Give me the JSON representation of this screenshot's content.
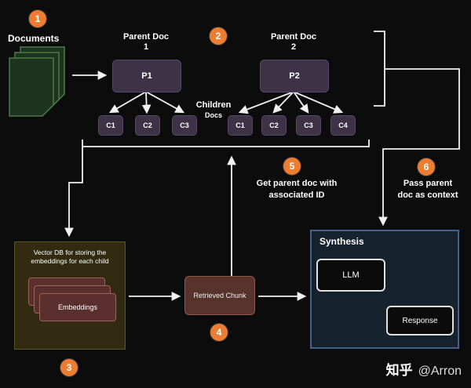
{
  "colors": {
    "background": "#0c0c0c",
    "badge_orange": "#ed7d31",
    "parent_box": "#3e3247",
    "document_green": "#1d351f",
    "document_border": "#4c7a4c",
    "vector_db_box": "#332b11",
    "embeddings_card": "#5c2f2f",
    "retrieved_chunk_box": "#58332b",
    "synthesis_box": "#17222f",
    "synthesis_border": "#46618a",
    "connector": "#f2f2f2"
  },
  "steps": {
    "s1": "1",
    "s2": "2",
    "s3": "3",
    "s4": "4",
    "s5": "5",
    "s6": "6"
  },
  "documents": {
    "label": "Documents"
  },
  "parent1": {
    "title": "Parent Doc",
    "number": "1",
    "node": "P1",
    "children": [
      "C1",
      "C2",
      "C3"
    ]
  },
  "parent2": {
    "title": "Parent Doc",
    "number": "2",
    "node": "P2",
    "children": [
      "C1",
      "C2",
      "C3",
      "C4"
    ]
  },
  "children_label": {
    "line1": "Children",
    "line2": "Docs"
  },
  "vector_db": {
    "caption_line1": "Vector DB for storing the",
    "caption_line2": "embeddings for each child",
    "card_label": "Embeddings"
  },
  "retrieved_chunk": {
    "label": "Retrieved Chunk"
  },
  "annotations": {
    "step5_line1": "Get parent doc with",
    "step5_line2": "associated ID",
    "step6_line1": "Pass parent",
    "step6_line2": "doc as context"
  },
  "synthesis": {
    "title": "Synthesis",
    "llm_label": "LLM",
    "response_label": "Response"
  },
  "watermark": {
    "brand": "知乎",
    "author": "@Arron"
  }
}
